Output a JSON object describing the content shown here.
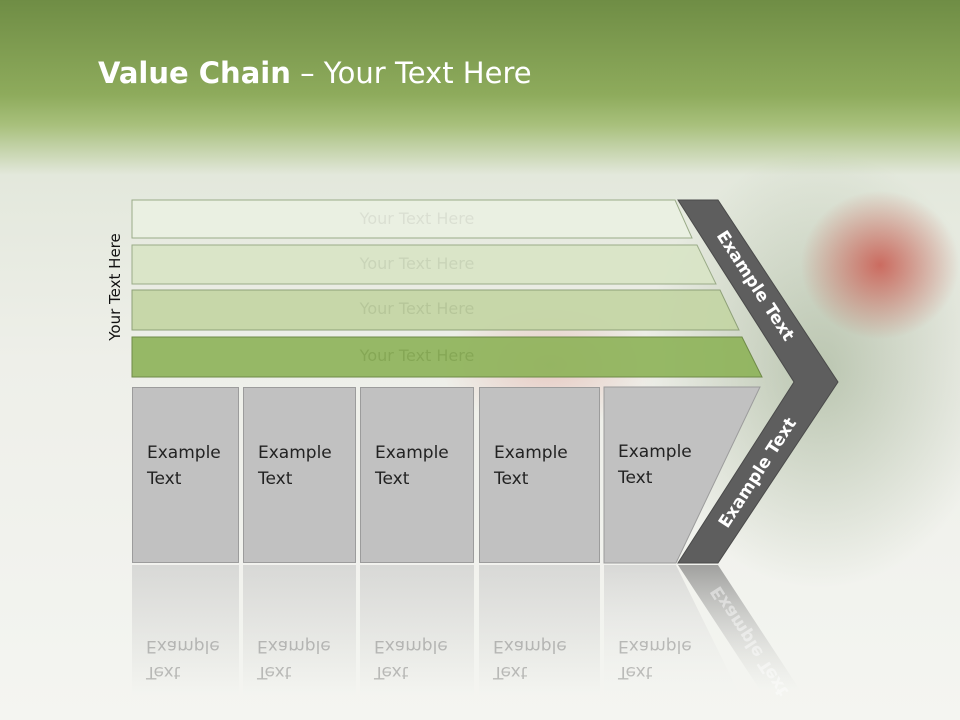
{
  "title": {
    "bold": "Value Chain",
    "rest": " – Your Text Here"
  },
  "side_label": "Your Text Here",
  "rows": [
    {
      "label": "Your Text Here",
      "color": "#eaf0e2"
    },
    {
      "label": "Your Text Here",
      "color": "#d8e4c6"
    },
    {
      "label": "Your Text Here",
      "color": "#c3d5a4"
    },
    {
      "label": "Your Text Here",
      "color": "#8eb35a"
    }
  ],
  "columns": [
    {
      "line1": "Example",
      "line2": "Text"
    },
    {
      "line1": "Example",
      "line2": "Text"
    },
    {
      "line1": "Example",
      "line2": "Text"
    },
    {
      "line1": "Example",
      "line2": "Text"
    },
    {
      "line1": "Example",
      "line2": "Text"
    }
  ],
  "chevron": {
    "upper_text": "Example Text",
    "lower_text": "Example Text",
    "color": "#5e5e5e"
  }
}
